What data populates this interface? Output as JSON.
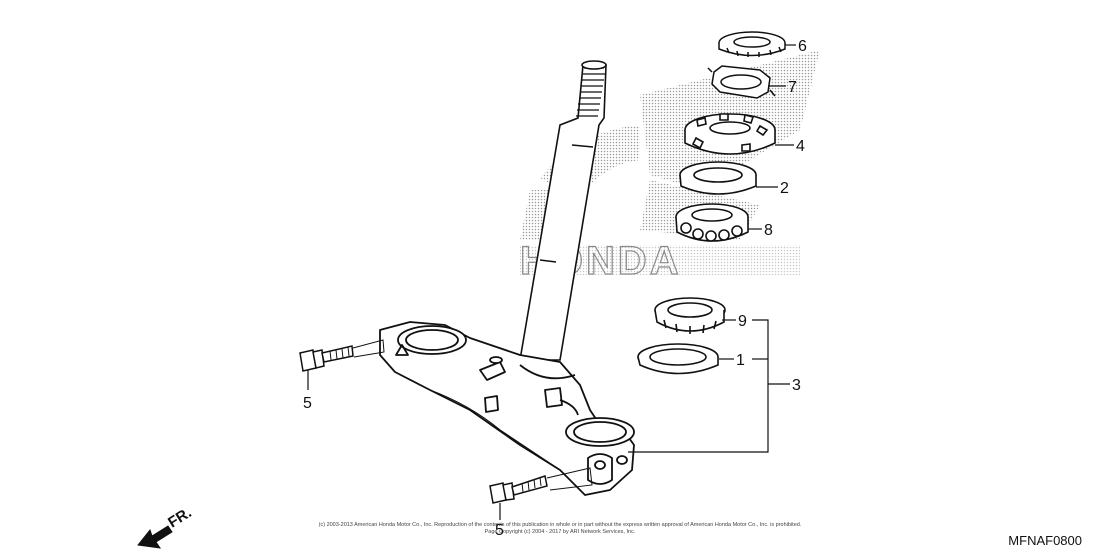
{
  "watermark": {
    "brand": "HONDA"
  },
  "callouts": {
    "p6": "6",
    "p7": "7",
    "p4": "4",
    "p2": "2",
    "p8": "8",
    "p9": "9",
    "p1": "1",
    "p3": "3",
    "p5_left": "5",
    "p5_bottom": "5"
  },
  "direction_label": "FR.",
  "diagram_code": "MFNAF0800",
  "copyright_line1": "(c) 2003-2013 American Honda Motor Co., Inc. Reproduction of the contents of this publication in whole or in part without the express written approval of American Honda Motor Co., Inc. is prohibited.",
  "copyright_line2": "Page Copyright (c) 2004 - 2017 by ARI Network Services, Inc.",
  "colors": {
    "line": "#111111",
    "dots": "#9a9a9a"
  }
}
